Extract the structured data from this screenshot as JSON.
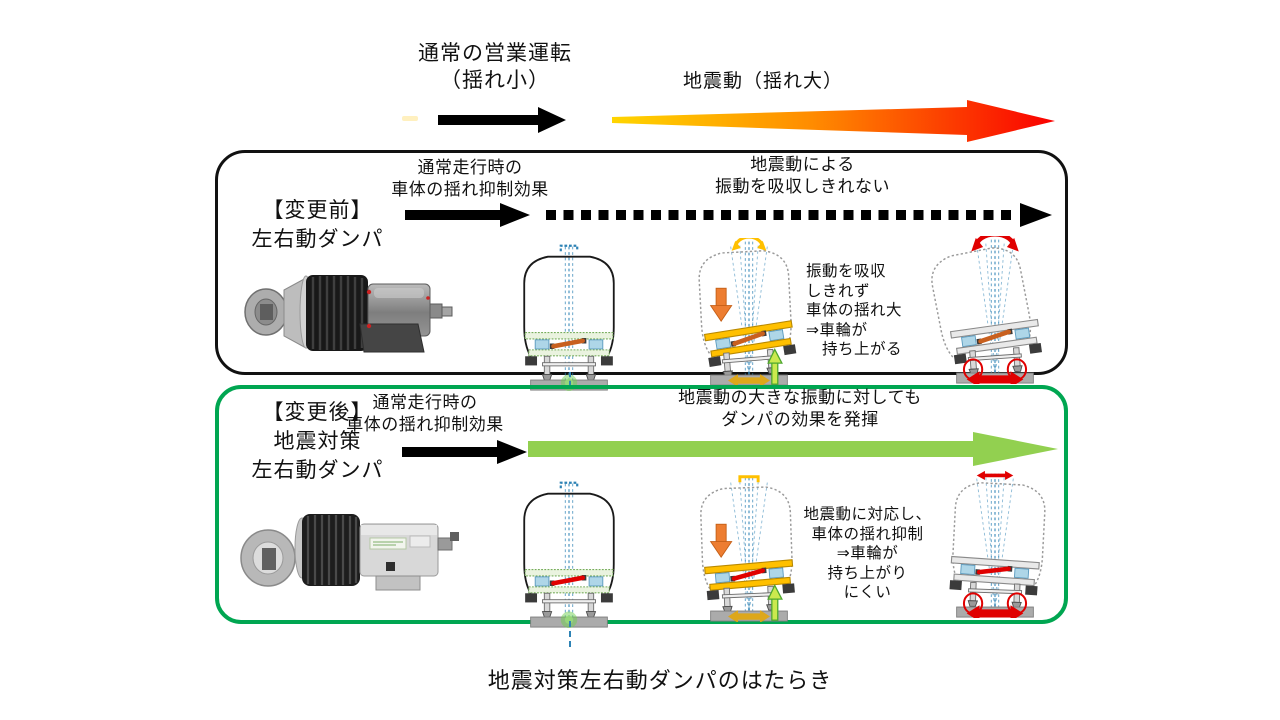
{
  "figure": {
    "caption": "地震対策左右動ダンパのはたらき"
  },
  "timeline": {
    "normal_label": "通常の営業運転\n（揺れ小）",
    "quake_label": "地震動（揺れ大）"
  },
  "before": {
    "title": "【変更前】\n左右動ダンパ",
    "normal_effect": "通常走行時の\n車体の揺れ抑制効果",
    "quake_effect": "地震動による\n振動を吸収しきれない",
    "result": "振動を吸収\nしきれず\n車体の揺れ大\n⇒車輪が\n　持ち上がる"
  },
  "after": {
    "title": "【変更後】\n地震対策\n左右動ダンパ",
    "normal_effect": "通常走行時の\n車体の揺れ抑制効果",
    "quake_effect": "地震動の大きな振動に対しても\nダンパの効果を発揮",
    "result": "地震動に対応し、\n車体の揺れ抑制\n⇒車輪が\n持ち上がり\nにくい"
  },
  "colors": {
    "before_box_border": "#111111",
    "after_box_border": "#00a651",
    "green_arrow": "#92d050",
    "gradient_arrow_start": "#ffd500",
    "gradient_arrow_mid": "#ff8c00",
    "gradient_arrow_end": "#fa0000",
    "black_arrow": "#000000",
    "centerline_blue": "#2e83b5",
    "warn_orange": "#ed7d31",
    "floor_yellow": "#ffc000",
    "alert_red": "#e00000",
    "damper_red": "#e00000"
  },
  "diagrams": {
    "trains": [
      {
        "id": "before-normal",
        "outline": "solid",
        "bodyTilt": 0,
        "floorTilt": 0,
        "floor": "green",
        "damper": "#c8601f",
        "top": "blue-bracket",
        "glow": true,
        "fan": false
      },
      {
        "id": "before-quake-mid",
        "outline": "dotted",
        "bodyTilt": -3,
        "floorTilt": -9,
        "floor": "yellow",
        "damper": "#c8601f",
        "top": "yellow-arc",
        "down": true,
        "ground": "yellow",
        "up": true,
        "fan": true
      },
      {
        "id": "before-quake-big",
        "outline": "dotted",
        "bodyTilt": -11,
        "floorTilt": -8,
        "floor": "gray",
        "damper": "#c8601f",
        "top": "red-arc",
        "ground": "red",
        "circles": true,
        "fan": true
      },
      {
        "id": "after-normal",
        "outline": "solid",
        "bodyTilt": 0,
        "floorTilt": 0,
        "floor": "green",
        "damper": "#e00000",
        "top": "blue-bracket",
        "glow": true,
        "fan": false
      },
      {
        "id": "after-quake-mid",
        "outline": "dotted",
        "bodyTilt": -2,
        "floorTilt": -5,
        "floor": "yellow",
        "damper": "#e00000",
        "top": "yellow-bracket",
        "down": true,
        "ground": "yellow",
        "up": true,
        "fan": true
      },
      {
        "id": "after-quake-big",
        "outline": "dotted",
        "bodyTilt": 3,
        "floorTilt": 4,
        "floor": "gray",
        "damper": "#e00000",
        "top": "red-small",
        "ground": "red",
        "circles": true,
        "fan": true
      }
    ]
  }
}
